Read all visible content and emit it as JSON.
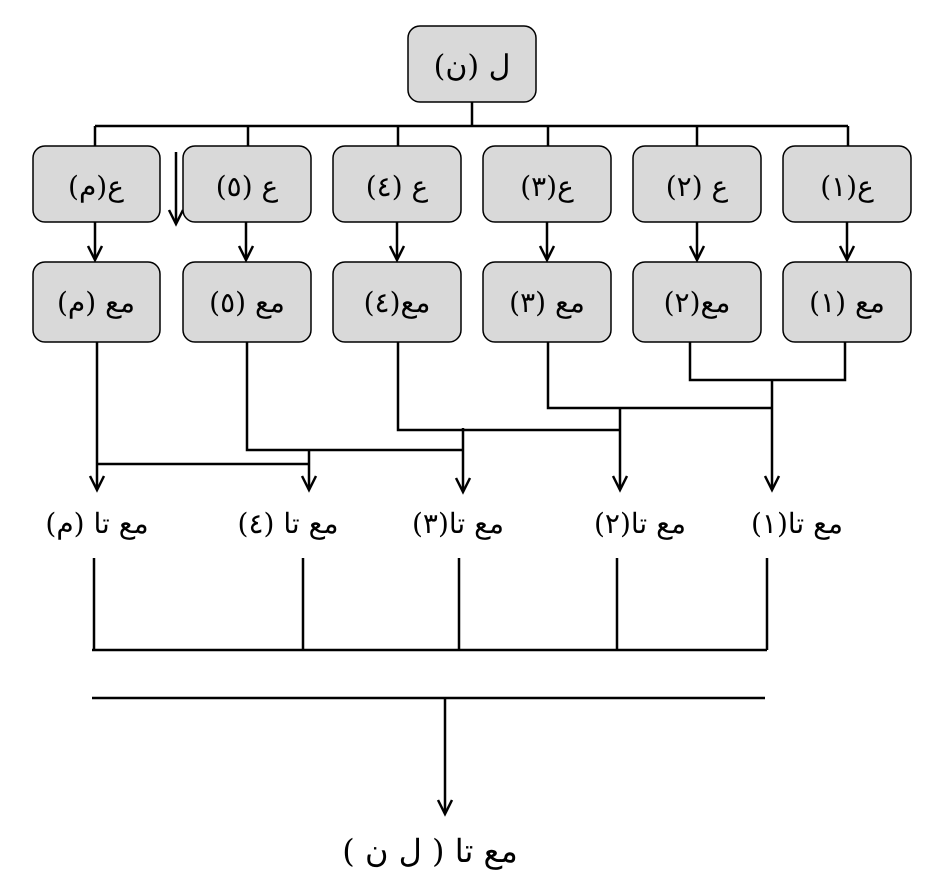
{
  "root": {
    "label": "ل (ن)"
  },
  "groups": [
    {
      "box1": "ع(١)",
      "box2": "مع (١)",
      "result": "مع تا(١)"
    },
    {
      "box1": "ع (٢)",
      "box2": "مع(٢)",
      "result": "مع تا(٢)"
    },
    {
      "box1": "ع(٣)",
      "box2": "مع (٣)",
      "result": "مع تا(٣)"
    },
    {
      "box1": "ع (٤)",
      "box2": "مع(٤)",
      "result": ""
    },
    {
      "box1": "ع (٥)",
      "box2": "مع (٥)",
      "result": "مع تا (٤)"
    },
    {
      "box1": "ع(م)",
      "box2": "مع (م)",
      "result": "مع تا (م)"
    }
  ],
  "final": {
    "label": "مع تا ( ل ن )"
  }
}
